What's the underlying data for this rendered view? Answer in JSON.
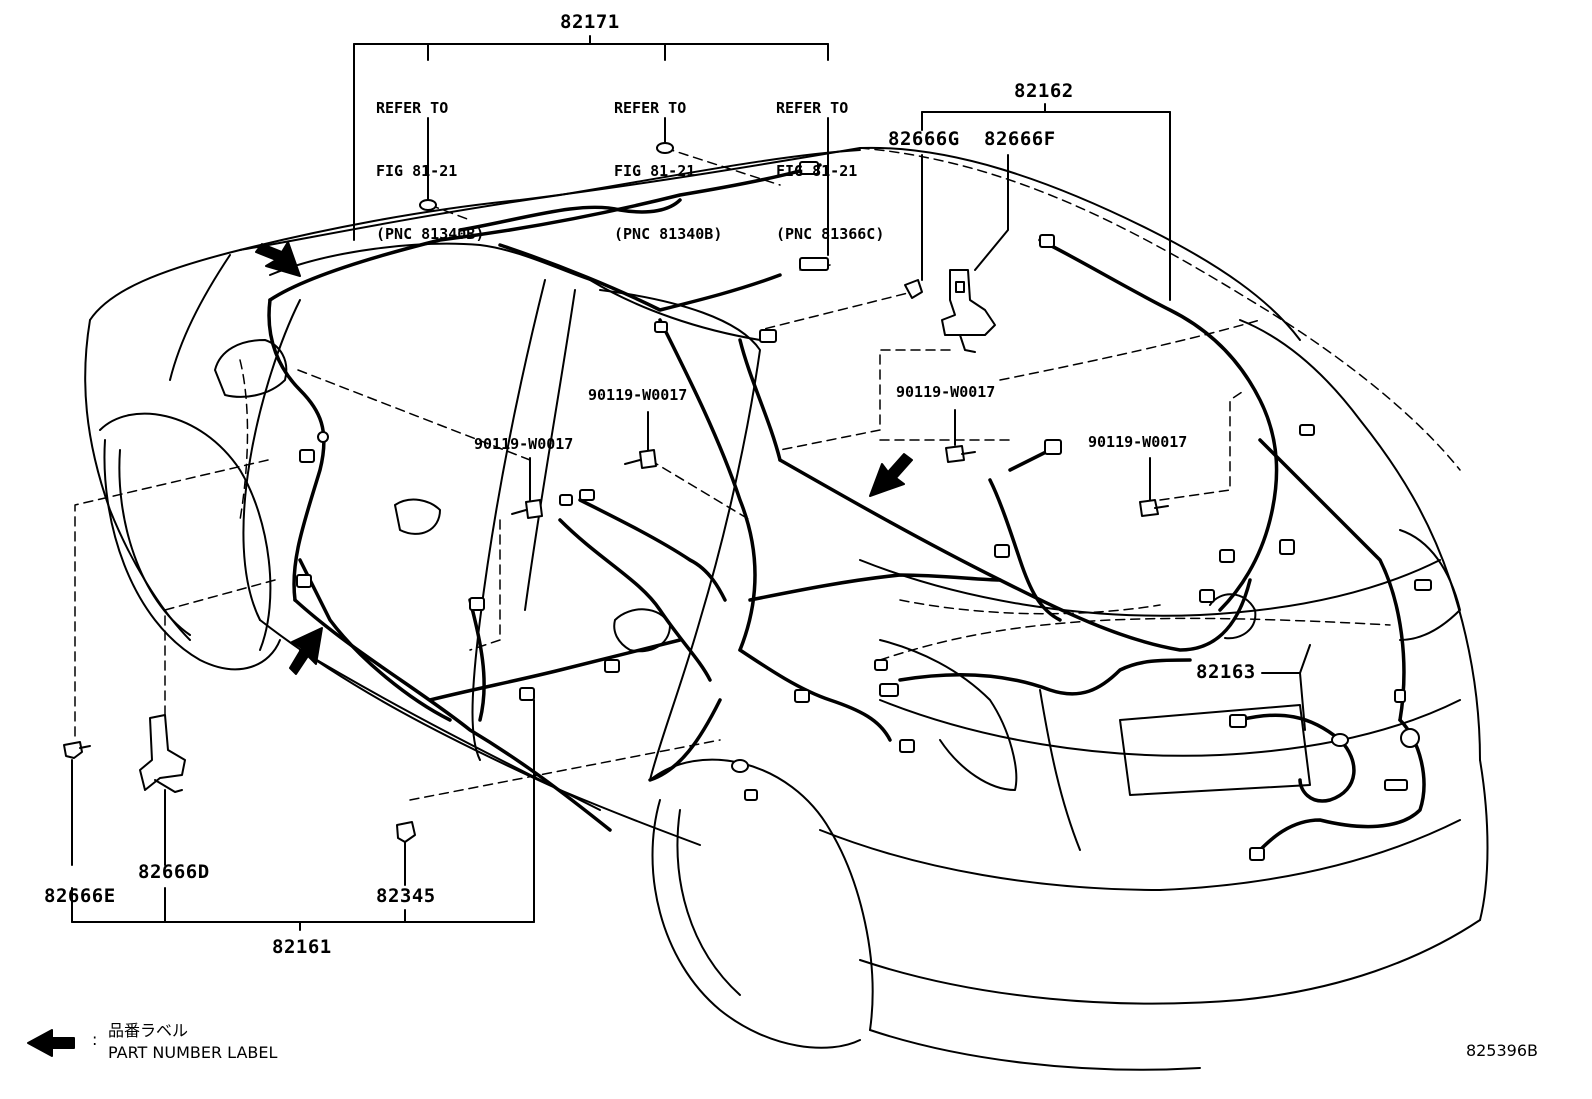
{
  "diagram": {
    "parts": {
      "p82171": "82171",
      "p82162": "82162",
      "p82666G": "82666G",
      "p82666F": "82666F",
      "p82163": "82163",
      "p82161": "82161",
      "p82345": "82345",
      "p82666D": "82666D",
      "p82666E": "82666E"
    },
    "bolts": {
      "b1": "90119-W0017",
      "b2": "90119-W0017",
      "b3": "90119-W0017",
      "b4": "90119-W0017"
    },
    "refs": [
      {
        "line1": "REFER TO",
        "line2": "FIG 81-21",
        "line3": "(PNC 81340B)"
      },
      {
        "line1": "REFER TO",
        "line2": "FIG 81-21",
        "line3": "(PNC 81340B)"
      },
      {
        "line1": "REFER TO",
        "line2": "FIG 81-21",
        "line3": "(PNC 81366C)"
      }
    ],
    "legend": {
      "jp": "品番ラベル",
      "colon": ":",
      "en": "PART NUMBER LABEL"
    },
    "figure_code": "825396B"
  }
}
